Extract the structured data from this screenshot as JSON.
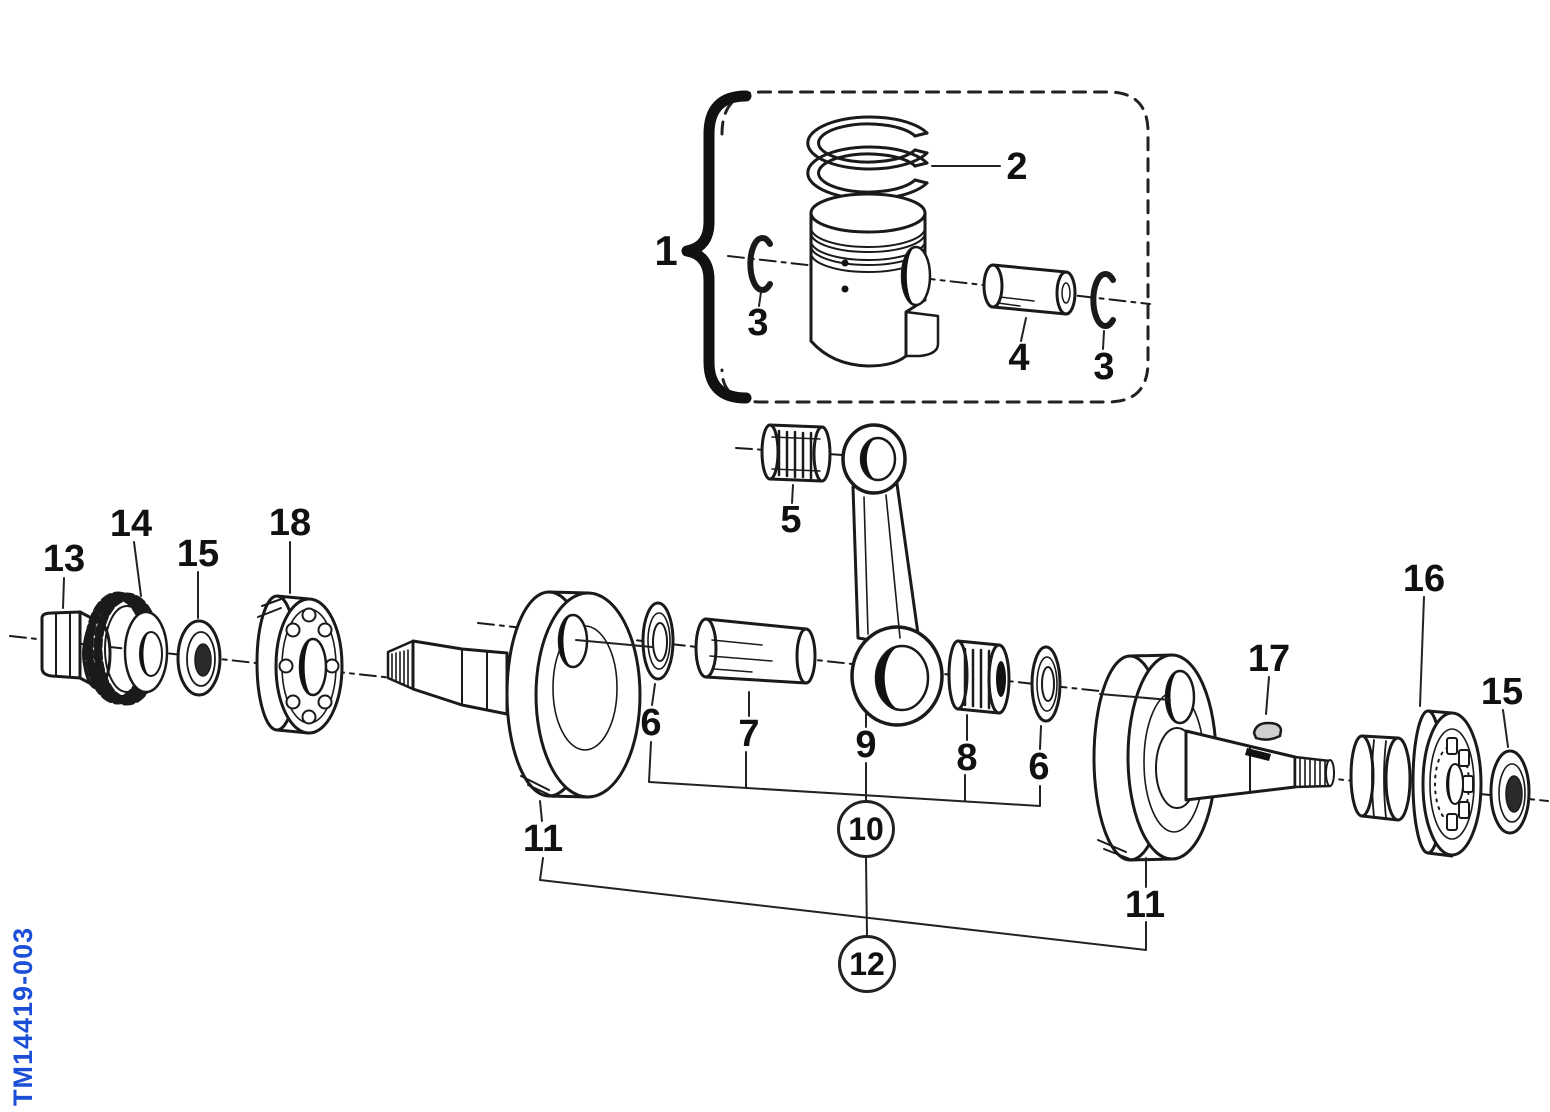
{
  "diagram": {
    "kind": "exploded-parts-diagram",
    "watermark": {
      "text": "TM14419-003",
      "color": "#1c4fd8"
    },
    "colors": {
      "background": "#ffffff",
      "line": "#1a1a1a",
      "fill_dark": "#111111"
    }
  },
  "labels": {
    "piston_group": "1",
    "piston_rings": "2",
    "circlip_left": "3",
    "circlip_right": "3",
    "piston_pin": "4",
    "small_end_bearing": "5",
    "thrust_washer_left": "6",
    "thrust_washer_right": "6",
    "crank_pin": "7",
    "big_end_bearing": "8",
    "connecting_rod": "9",
    "conrod_group": "10",
    "crank_half_left": "11",
    "crank_half_right": "11",
    "crank_assembly_group": "12",
    "nut": "13",
    "primary_gear": "14",
    "oil_seal_left": "15",
    "oil_seal_right": "15",
    "main_bearing_right": "16",
    "woodruff_key": "17",
    "main_bearing_left": "18"
  }
}
